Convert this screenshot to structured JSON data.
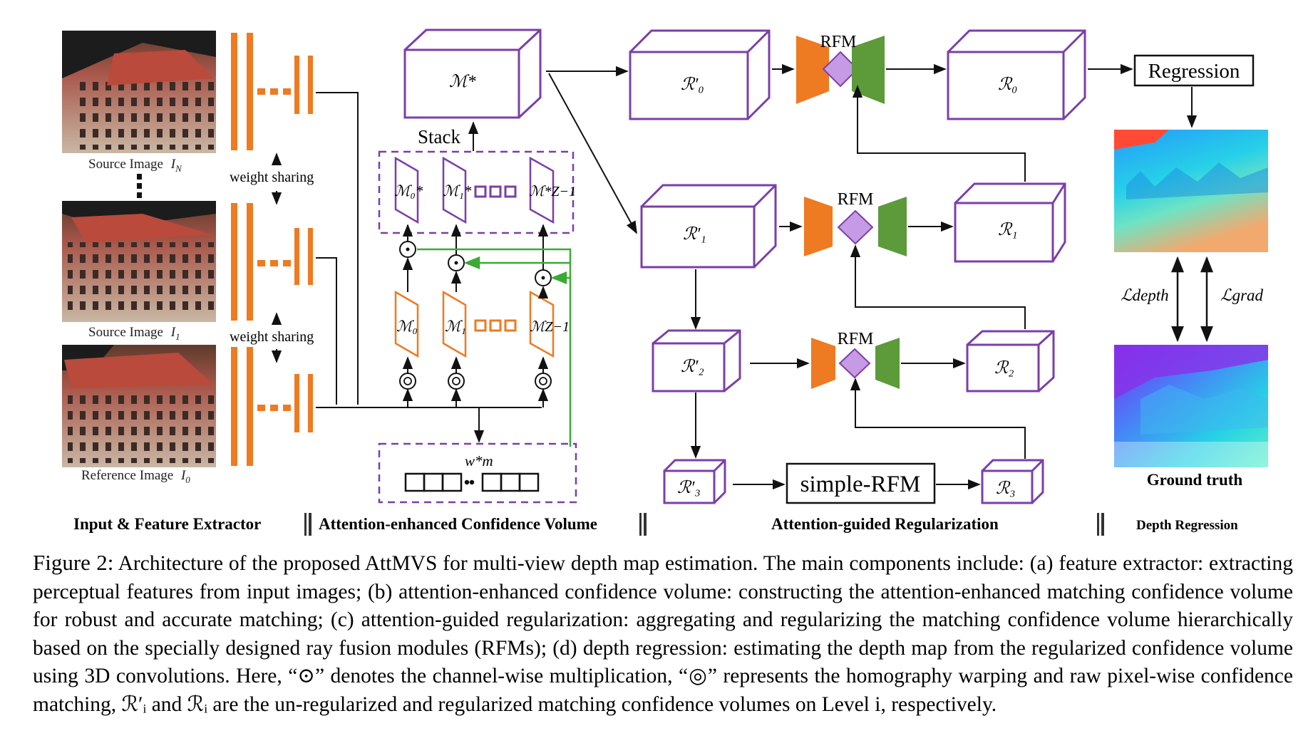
{
  "colors": {
    "purple": "#7B3FA8",
    "orange": "#EE7A22",
    "green": "#5C9A3A",
    "diamond": "#C79AE6",
    "connector_green": "#3AAA35",
    "dashed": "#7B3FA8"
  },
  "images": {
    "source_n": "Source Image",
    "source_n_sym": "I",
    "source_n_sub": "N",
    "source_1": "Source Image",
    "source_1_sym": "I",
    "source_1_sub": "1",
    "reference": "Reference Image",
    "reference_sym": "I",
    "reference_sub": "0"
  },
  "feature": {
    "weight_sharing_1": "weight sharing",
    "weight_sharing_2": "weight sharing"
  },
  "volume": {
    "m_star": "ℳ*",
    "stack": "Stack",
    "m0_star": "ℳ₀*",
    "m1_star": "ℳ₁*",
    "mz_star": "ℳ*Z−1",
    "m0": "ℳ₀",
    "m1": "ℳ₁",
    "mz": "ℳZ−1",
    "weight": "w*m"
  },
  "regularization": {
    "r0p": "ℛ′₀",
    "r0": "ℛ₀",
    "r1p": "ℛ′₁",
    "r1": "ℛ₁",
    "r2p": "ℛ′₂",
    "r2": "ℛ₂",
    "r3p": "ℛ′₃",
    "r3": "ℛ₃",
    "rfm": "RFM",
    "simple_rfm": "simple-RFM"
  },
  "depth": {
    "regression": "Regression",
    "l_depth": "ℒdepth",
    "l_grad": "ℒgrad",
    "ground_truth": "Ground truth"
  },
  "sections": {
    "input": "Input & Feature Extractor",
    "volume": "Attention-enhanced Confidence Volume",
    "regularization": "Attention-guided Regularization",
    "depth": "Depth Regression"
  },
  "caption": {
    "label": "Figure 2:",
    "text": "Architecture of the proposed AttMVS for multi-view depth map estimation. The main components include: (a) feature extractor: extracting perceptual features from input images; (b) attention-enhanced confidence volume: constructing the attention-enhanced matching confidence volume for robust and accurate matching; (c) attention-guided regularization: aggregating and regularizing the matching confidence volume hierarchically based on the specially designed ray fusion modules (RFMs); (d) depth regression: estimating the depth map from the regularized confidence volume using 3D convolutions. Here, “⊙” denotes the channel-wise multiplication, “◎” represents the homography warping and raw pixel-wise confidence matching, ℛ′ᵢ and ℛᵢ are the un-regularized and regularized matching confidence volumes on Level i, respectively."
  }
}
